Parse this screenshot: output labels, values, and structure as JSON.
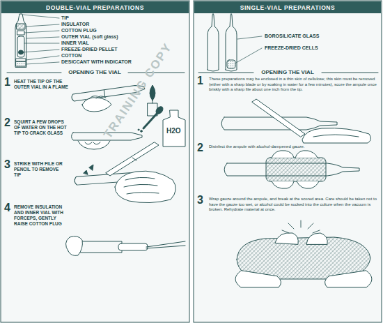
{
  "diagram": {
    "nodes": [
      {
        "text": [
          "DOUBLE-VIAL PREPARATIONS"
        ]
      },
      {
        "text": [
          "SINGLE-VIAL PREPARATIONS"
        ]
      }
    ],
    "labels": [
      "TIP",
      "INSULATOR",
      "COTTON PLUG",
      "OUTER VIAL (soft glass)",
      "INNER VIAL",
      "FREEZE-DRIED PELLET",
      "COTTON",
      "DESICCANT WITH INDICATOR",
      "OPENING THE VIAL",
      "1",
      "HEAT THE TIP OF THE OUTER VIAL IN A FLAME",
      "2",
      "SQUIRT A FEW DROPS OF WATER ON THE HOT TIP TO CRACK GLASS",
      "H2O",
      "3",
      "STRIKE WITH FILE OR PENCIL TO REMOVE TIP",
      "4",
      "REMOVE INSULATION AND INNER VIAL WITH FORCEPS, GENTLY RAISE COTTON PLUG",
      "BOROSILICATE GLASS",
      "FREEZE-DRIED CELLS",
      "OPENING THE VIAL",
      "1",
      "These preparations may be enclosed in a thin skin of cellulose; this skin must be removed (either with a sharp blade or by soaking in water for a few minutes), score the ampule once briskly with a sharp file about one inch from the tip.",
      "2",
      "Disinfect the ampule with alcohol-dampened gauze.",
      "3",
      "Wrap gauze around the ampule, and break at the scored area. Care should be taken not to have the gauze too wet, or alcohol could be sucked into the culture when the vacuum is broken. Rehydrate material at once.",
      "TRAINING COPY"
    ]
  }
}
